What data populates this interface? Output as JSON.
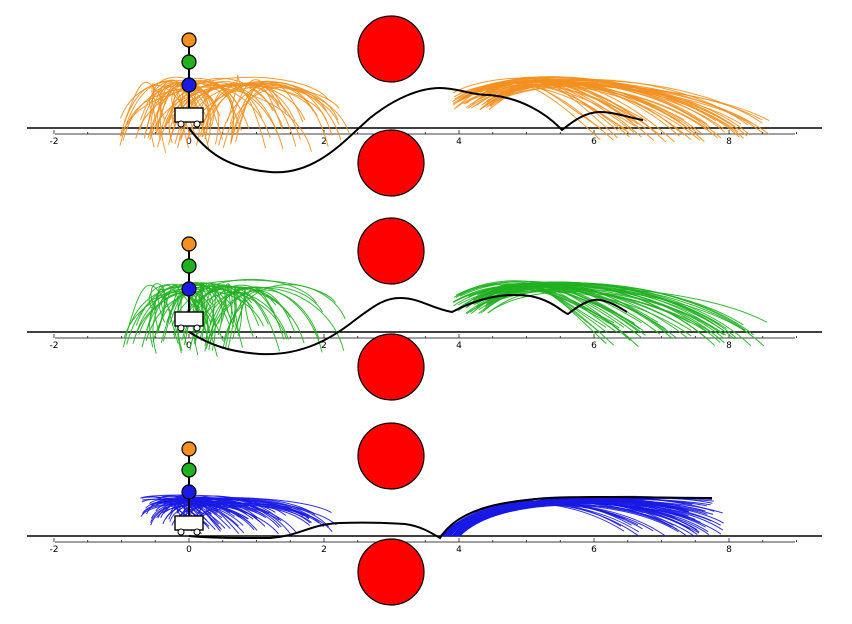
{
  "colors": {
    "background": "#ffffff",
    "obstacle": "#ff0000",
    "axis": "#000000",
    "best_trajectory": "#000000",
    "panel_top_trajectories": "#f39020",
    "panel_mid_trajectories": "#20b020",
    "panel_bot_trajectories": "#1a1ae6",
    "joint_orange": "#f39020",
    "joint_green": "#20b020",
    "joint_blue": "#1a1ae6"
  },
  "axis": {
    "tick_labels": [
      "-2",
      "0",
      "2",
      "4",
      "6",
      "8"
    ]
  },
  "panels": [
    {
      "id": "top",
      "trajectory_color_key": "panel_top_trajectories",
      "joints": [
        "orange",
        "green",
        "blue"
      ]
    },
    {
      "id": "middle",
      "trajectory_color_key": "panel_mid_trajectories",
      "joints": [
        "orange",
        "green",
        "blue"
      ]
    },
    {
      "id": "bottom",
      "trajectory_color_key": "panel_bot_trajectories",
      "joints": [
        "orange",
        "green",
        "blue"
      ]
    }
  ],
  "icons": {
    "cart": "cart-icon",
    "obstacle": "obstacle-circle-icon",
    "joint": "joint-circle-icon"
  }
}
